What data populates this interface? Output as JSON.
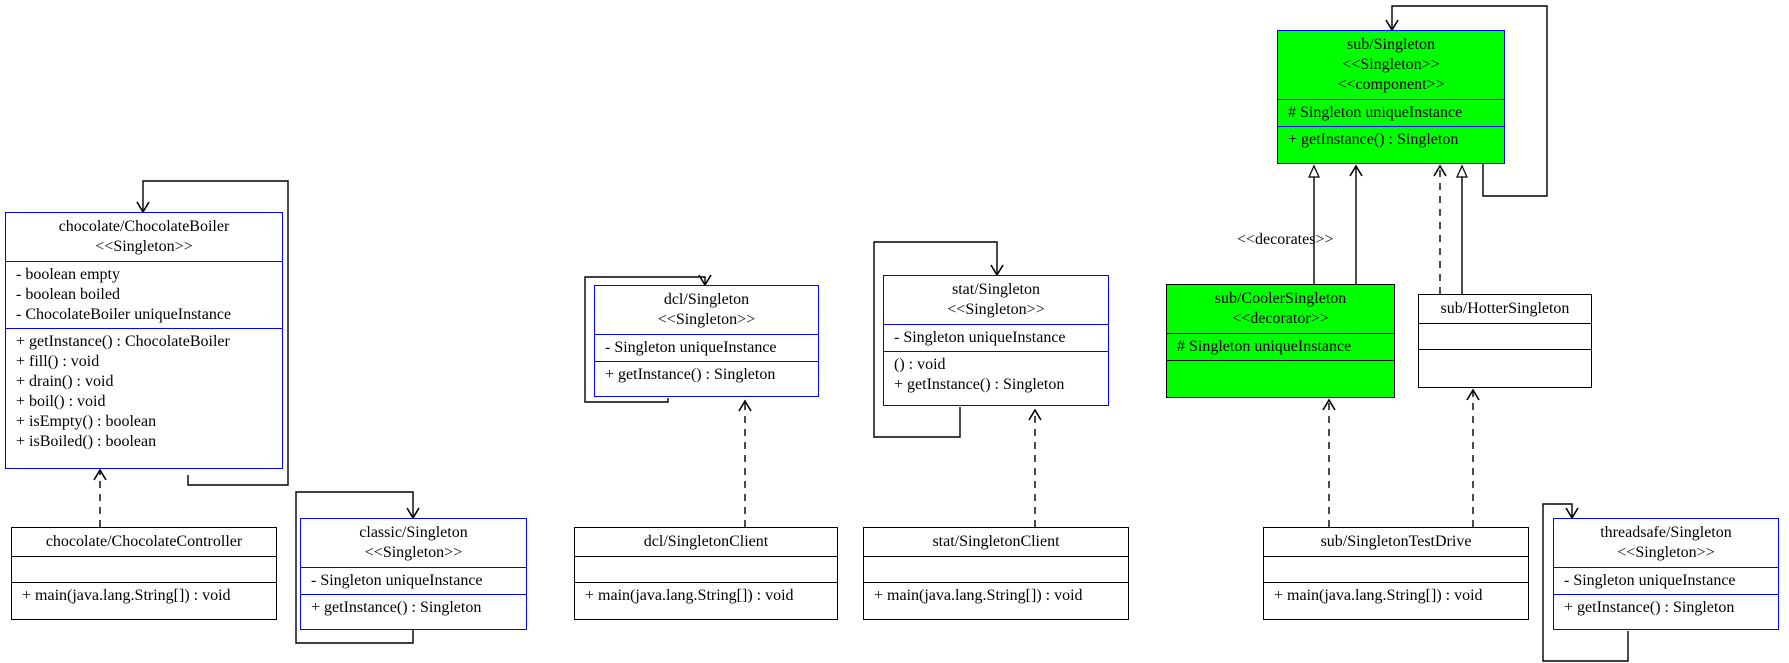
{
  "colors": {
    "accent": "#0000ff",
    "highlight": "#00ff00",
    "line": "#000000"
  },
  "classes": {
    "chocolate_boiler": {
      "name": "chocolate/ChocolateBoiler",
      "stereotypes": [
        "<<Singleton>>"
      ],
      "fields": [
        "- boolean empty",
        "- boolean boiled",
        "- ChocolateBoiler uniqueInstance"
      ],
      "methods": [
        "+ getInstance() : ChocolateBoiler",
        "+ fill() : void",
        "+ drain() : void",
        "+ boil() : void",
        "+ isEmpty() : boolean",
        "+ isBoiled() : boolean"
      ]
    },
    "chocolate_controller": {
      "name": "chocolate/ChocolateController",
      "stereotypes": [],
      "fields": [],
      "methods": [
        "+ main(java.lang.String[]) : void"
      ]
    },
    "classic_singleton": {
      "name": "classic/Singleton",
      "stereotypes": [
        "<<Singleton>>"
      ],
      "fields": [
        "- Singleton uniqueInstance"
      ],
      "methods": [
        "+ getInstance() : Singleton"
      ]
    },
    "dcl_singleton": {
      "name": "dcl/Singleton",
      "stereotypes": [
        "<<Singleton>>"
      ],
      "fields": [
        "- Singleton uniqueInstance"
      ],
      "methods": [
        "+ getInstance() : Singleton"
      ]
    },
    "dcl_client": {
      "name": "dcl/SingletonClient",
      "stereotypes": [],
      "fields": [],
      "methods": [
        "+ main(java.lang.String[]) : void"
      ]
    },
    "stat_singleton": {
      "name": "stat/Singleton",
      "stereotypes": [
        "<<Singleton>>"
      ],
      "fields": [
        "- Singleton uniqueInstance"
      ],
      "methods": [
        "() : void",
        "+ getInstance() : Singleton"
      ]
    },
    "stat_client": {
      "name": "stat/SingletonClient",
      "stereotypes": [],
      "fields": [],
      "methods": [
        "+ main(java.lang.String[]) : void"
      ]
    },
    "sub_singleton": {
      "name": "sub/Singleton",
      "stereotypes": [
        "<<Singleton>>",
        "<<component>>"
      ],
      "fields": [
        "# Singleton uniqueInstance"
      ],
      "methods": [
        "+ getInstance() : Singleton"
      ]
    },
    "cooler_singleton": {
      "name": "sub/CoolerSingleton",
      "stereotypes": [
        "<<decorator>>"
      ],
      "fields": [
        "# Singleton uniqueInstance"
      ],
      "methods": []
    },
    "hotter_singleton": {
      "name": "sub/HotterSingleton",
      "stereotypes": [],
      "fields": [],
      "methods": []
    },
    "sub_test_drive": {
      "name": "sub/SingletonTestDrive",
      "stereotypes": [],
      "fields": [],
      "methods": [
        "+ main(java.lang.String[]) : void"
      ]
    },
    "threadsafe_singleton": {
      "name": "threadsafe/Singleton",
      "stereotypes": [
        "<<Singleton>>"
      ],
      "fields": [
        "- Singleton uniqueInstance"
      ],
      "methods": [
        "+ getInstance() : Singleton"
      ]
    }
  },
  "edge_labels": {
    "decorates": "<<decorates>>"
  }
}
